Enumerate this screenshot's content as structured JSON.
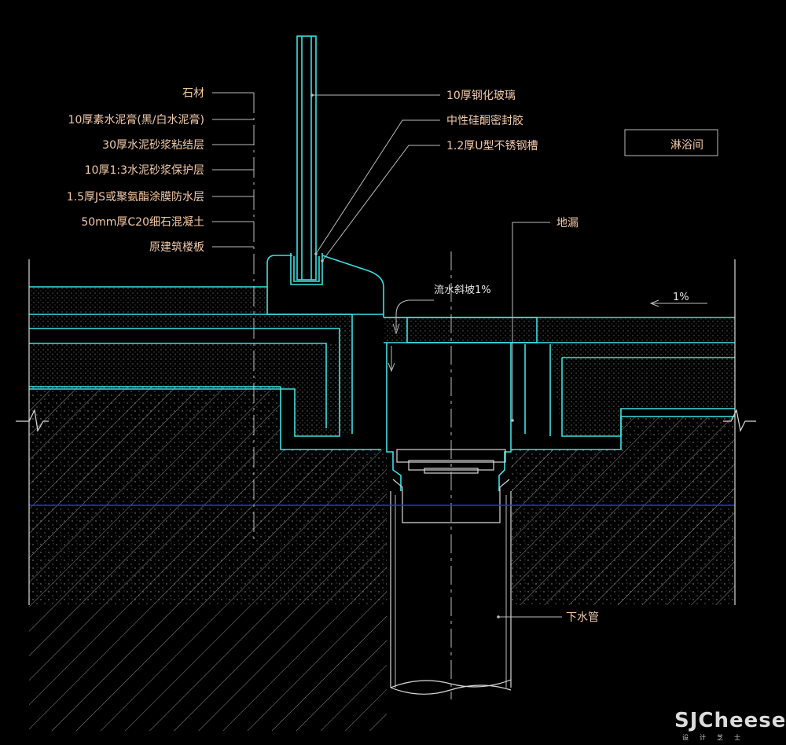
{
  "layer_labels": [
    "石材",
    "10厚素水泥膏(黑/白水泥膏)",
    "30厚水泥砂浆粘结层",
    "10厚1:3水泥砂浆保护层",
    "1.5厚JS或聚氨酯涂膜防水层",
    "50mm厚C20细石混凝土",
    "原建筑楼板"
  ],
  "glass_labels": [
    "10厚钢化玻璃",
    "中性硅酮密封胶",
    "1.2厚U型不锈钢槽"
  ],
  "room_title": "淋浴间",
  "floor_drain_label": "地漏",
  "slope_label": "流水斜坡1%",
  "slope_right_label": "1%",
  "downpipe_label": "下水管",
  "watermark": {
    "brand": "SJCheese",
    "sub": "设计芝士"
  },
  "colors": {
    "outline": "#3fe0e0",
    "annotation": "#f2c9a8",
    "structure": "#d9d9d9",
    "hatch": "#9a9a9a",
    "slab_line": "#2a2aff",
    "background": "#000000"
  }
}
